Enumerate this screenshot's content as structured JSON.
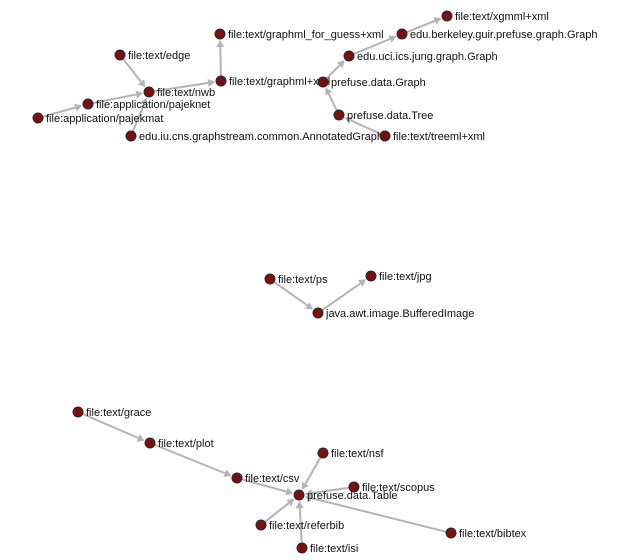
{
  "colors": {
    "node_fill": "#7a0f0f",
    "edge": "#b4b4b4",
    "label": "#111111",
    "background": "#ffffff"
  },
  "nodes": [
    {
      "id": "xgmml",
      "label": "file:text/xgmml+xml"
    },
    {
      "id": "guess",
      "label": "file:text/graphml_for_guess+xml"
    },
    {
      "id": "berkeley",
      "label": "edu.berkeley.guir.prefuse.graph.Graph"
    },
    {
      "id": "edge",
      "label": "file:text/edge"
    },
    {
      "id": "jung",
      "label": "edu.uci.ics.jung.graph.Graph"
    },
    {
      "id": "graphml",
      "label": "file:text/graphml+xml"
    },
    {
      "id": "pfgraph",
      "label": "prefuse.data.Graph"
    },
    {
      "id": "nwb",
      "label": "file:text/nwb"
    },
    {
      "id": "pajeknet",
      "label": "file:application/pajeknet"
    },
    {
      "id": "pajekmat",
      "label": "file:application/pajekmat"
    },
    {
      "id": "annotated",
      "label": "edu.iu.cns.graphstream.common.AnnotatedGraph"
    },
    {
      "id": "tree",
      "label": "prefuse.data.Tree"
    },
    {
      "id": "treeml",
      "label": "file:text/treeml+xml"
    },
    {
      "id": "ps",
      "label": "file:text/ps"
    },
    {
      "id": "jpg",
      "label": "file:text/jpg"
    },
    {
      "id": "buffered",
      "label": "java.awt.image.BufferedImage"
    },
    {
      "id": "grace",
      "label": "file:text/grace"
    },
    {
      "id": "plot",
      "label": "file:text/plot"
    },
    {
      "id": "nsf",
      "label": "file:text/nsf"
    },
    {
      "id": "csv",
      "label": "file:text/csv"
    },
    {
      "id": "scopus",
      "label": "file:text/scopus"
    },
    {
      "id": "table",
      "label": "prefuse.data.Table"
    },
    {
      "id": "referbib",
      "label": "file:text/referbib"
    },
    {
      "id": "bibtex",
      "label": "file:text/bibtex"
    },
    {
      "id": "isi",
      "label": "file:text/isi"
    }
  ],
  "edges": [
    [
      "graphml",
      "guess"
    ],
    [
      "berkeley",
      "xgmml"
    ],
    [
      "jung",
      "berkeley"
    ],
    [
      "pfgraph",
      "jung"
    ],
    [
      "edge",
      "nwb"
    ],
    [
      "nwb",
      "graphml"
    ],
    [
      "pajeknet",
      "nwb"
    ],
    [
      "pajekmat",
      "pajeknet"
    ],
    [
      "annotated",
      "nwb"
    ],
    [
      "tree",
      "pfgraph"
    ],
    [
      "treeml",
      "tree"
    ],
    [
      "ps",
      "buffered"
    ],
    [
      "buffered",
      "jpg"
    ],
    [
      "grace",
      "plot"
    ],
    [
      "plot",
      "csv"
    ],
    [
      "csv",
      "table"
    ],
    [
      "nsf",
      "table"
    ],
    [
      "scopus",
      "table"
    ],
    [
      "referbib",
      "table"
    ],
    [
      "isi",
      "table"
    ],
    [
      "bibtex",
      "table"
    ]
  ]
}
